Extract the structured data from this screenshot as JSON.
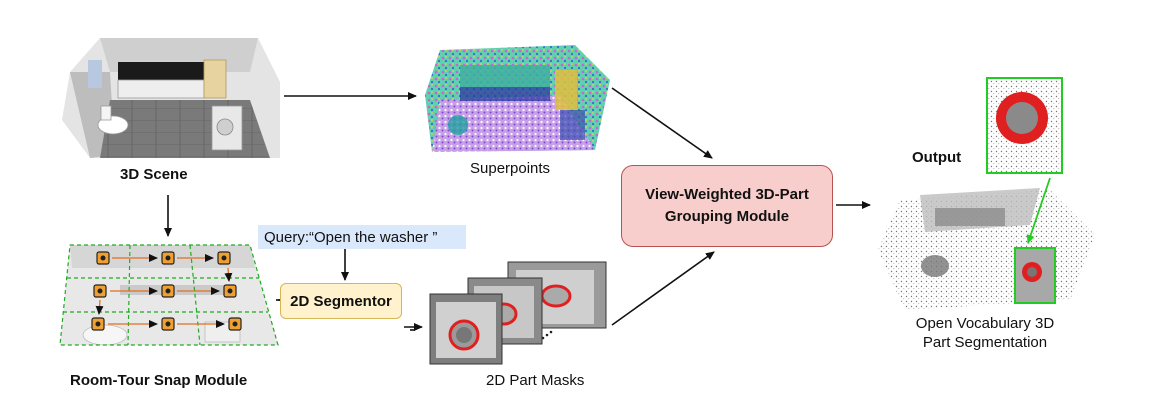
{
  "labels": {
    "scene": "3D Scene",
    "superpoints": "Superpoints",
    "room_tour": "Room-Tour Snap Module",
    "query": "Query:“Open the washer ”",
    "segmentor": "2D Segmentor",
    "part_masks": "2D Part Masks",
    "grouping_line1": "View-Weighted 3D-Part",
    "grouping_line2": "Grouping Module",
    "output": "Output",
    "result_line1": "Open Vocabulary 3D",
    "result_line2": "Part Segmentation"
  },
  "colors": {
    "grouping_fill": "#f8cecc",
    "grouping_border": "#b85450",
    "segmentor_fill": "#fff2cc",
    "segmentor_border": "#d6b656",
    "query_fill": "#dae8fc",
    "camera_orange": "#f0a030",
    "grid_green": "#22aa22",
    "mask_red": "#e02020",
    "highlight_green": "#22cc22"
  }
}
